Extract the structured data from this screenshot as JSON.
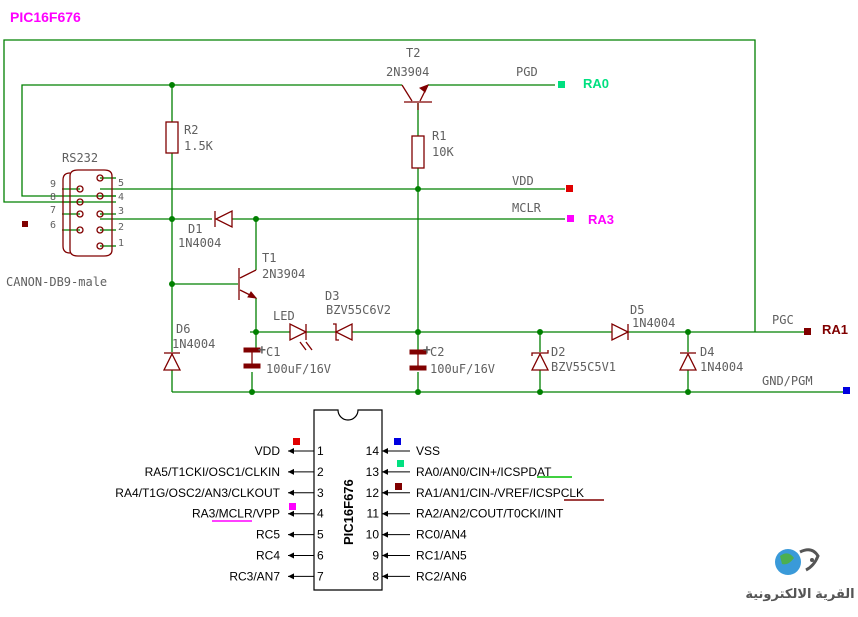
{
  "title": "PIC16F676",
  "circuit": {
    "rs232_label": "RS232",
    "connector_label": "CANON-DB9-male",
    "db9_pins_left": [
      "9",
      "8",
      "7",
      "6"
    ],
    "db9_pins_right": [
      "5",
      "4",
      "3",
      "2",
      "1"
    ],
    "t2": {
      "ref": "T2",
      "value": "2N3904"
    },
    "t1": {
      "ref": "T1",
      "value": "2N3904"
    },
    "r2": {
      "ref": "R2",
      "value": "1.5K"
    },
    "r1": {
      "ref": "R1",
      "value": "10K"
    },
    "d1": {
      "ref": "D1",
      "value": "1N4004"
    },
    "d6": {
      "ref": "D6",
      "value": "1N4004"
    },
    "d5": {
      "ref": "D5",
      "value": "1N4004"
    },
    "d4": {
      "ref": "D4",
      "value": "1N4004"
    },
    "d3": {
      "ref": "D3",
      "value": "BZV55C6V2"
    },
    "d2": {
      "ref": "D2",
      "value": "BZV55C5V1"
    },
    "led": {
      "ref": "LED"
    },
    "c1": {
      "ref": "C1",
      "value": "100uF/16V",
      "plus": "+"
    },
    "c2": {
      "ref": "C2",
      "value": "100uF/16V",
      "plus": "+"
    },
    "nets": {
      "pgd": "PGD",
      "vdd": "VDD",
      "mclr": "MCLR",
      "pgc": "PGC",
      "gnd": "GND/PGM"
    },
    "ports": {
      "ra0": "RA0",
      "ra3": "RA3",
      "ra1": "RA1"
    }
  },
  "chip": {
    "name": "PIC16F676",
    "left_pins": [
      {
        "num": "1",
        "label": "VDD"
      },
      {
        "num": "2",
        "label": "RA5/T1CKI/OSC1/CLKIN"
      },
      {
        "num": "3",
        "label": "RA4/T1G/OSC2/AN3/CLKOUT"
      },
      {
        "num": "4",
        "label": "RA3/MCLR/VPP"
      },
      {
        "num": "5",
        "label": "RC5"
      },
      {
        "num": "6",
        "label": "RC4"
      },
      {
        "num": "7",
        "label": "RC3/AN7"
      }
    ],
    "right_pins": [
      {
        "num": "14",
        "label": "VSS"
      },
      {
        "num": "13",
        "label": "RA0/AN0/CIN+/ICSPDAT"
      },
      {
        "num": "12",
        "label": "RA1/AN1/CIN-/VREF/ICSPCLK"
      },
      {
        "num": "11",
        "label": "RA2/AN2/COUT/T0CKI/INT"
      },
      {
        "num": "10",
        "label": "RC0/AN4"
      },
      {
        "num": "9",
        "label": "RC1/AN5"
      },
      {
        "num": "8",
        "label": "RC2/AN6"
      }
    ]
  },
  "colors": {
    "vdd": "#e00000",
    "vss": "#0000e0",
    "pgd": "#00e080",
    "mclr": "#ff00ff",
    "pgc": "#800000",
    "title": "#ff00ff",
    "wire": "#008000"
  },
  "logo": {
    "text": "القرية الالكترونية",
    "icon": "globe-icon"
  }
}
